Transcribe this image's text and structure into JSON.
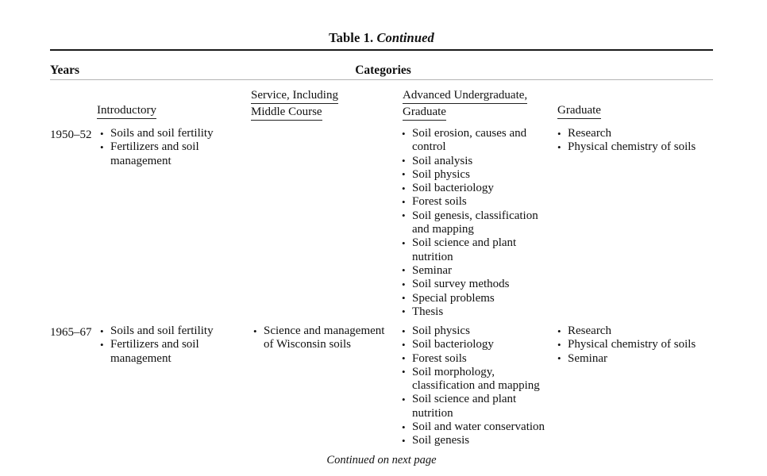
{
  "document": {
    "title_prefix": "Table 1.",
    "title_continued": "Continued",
    "footer_note": "Continued on next page"
  },
  "header": {
    "years_label": "Years",
    "categories_label": "Categories"
  },
  "columns": [
    {
      "key": "introductory",
      "lines": [
        "Introductory"
      ]
    },
    {
      "key": "service",
      "lines": [
        "Service, Including",
        "Middle Course"
      ]
    },
    {
      "key": "advanced",
      "lines": [
        "Advanced Undergraduate,",
        "Graduate"
      ]
    },
    {
      "key": "graduate",
      "lines": [
        "Graduate"
      ]
    }
  ],
  "rows": [
    {
      "years": "1950–52",
      "introductory": [
        "Soils and soil fertility",
        "Fertilizers and soil management"
      ],
      "service": [],
      "advanced": [
        "Soil erosion, causes and control",
        "Soil analysis",
        "Soil physics",
        "Soil bacteriology",
        "Forest soils",
        "Soil genesis, classification and mapping",
        "Soil science and plant nutrition",
        "Seminar",
        "Soil survey methods",
        "Special problems",
        "Thesis"
      ],
      "graduate": [
        "Research",
        "Physical chemistry of soils"
      ]
    },
    {
      "years": "1965–67",
      "introductory": [
        "Soils and soil fertility",
        "Fertilizers and soil management"
      ],
      "service": [
        "Science and management of Wisconsin soils"
      ],
      "advanced": [
        "Soil physics",
        "Soil bacteriology",
        "Forest soils",
        "Soil morphology, classification and mapping",
        "Soil science and plant nutrition",
        "Soil and water conservation",
        "Soil genesis"
      ],
      "graduate": [
        "Research",
        "Physical chemistry of soils",
        "Seminar"
      ]
    }
  ],
  "style": {
    "rule_thick_color": "#1a1a1a",
    "rule_thin_color": "#b4b4b4",
    "text_color": "#111111",
    "page_background": "#ffffff"
  }
}
